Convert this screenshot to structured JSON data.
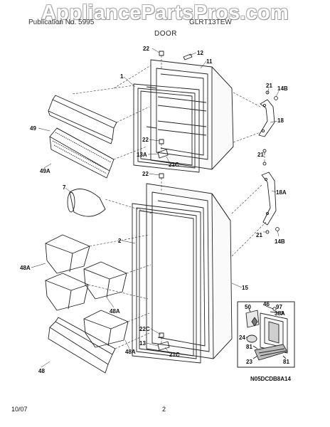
{
  "watermark": "AppliancePartsPros.com",
  "header": {
    "line": "Publication No. 5995",
    "model": "GLRT13TEW",
    "section": "DOOR"
  },
  "callouts": [
    "22",
    "12",
    "11",
    "1",
    "21",
    "14B",
    "18",
    "49",
    "22",
    "13A",
    "21C",
    "21",
    "49A",
    "22",
    "7",
    "18A",
    "2",
    "21",
    "14B",
    "48A",
    "15",
    "50",
    "46",
    "97",
    "38A",
    "48A",
    "24",
    "22C",
    "13",
    "21C",
    "48A",
    "81",
    "23",
    "81",
    "48"
  ],
  "diagram_code": "N05DCDB8A14",
  "footer": {
    "date": "10/07",
    "page": "2"
  }
}
